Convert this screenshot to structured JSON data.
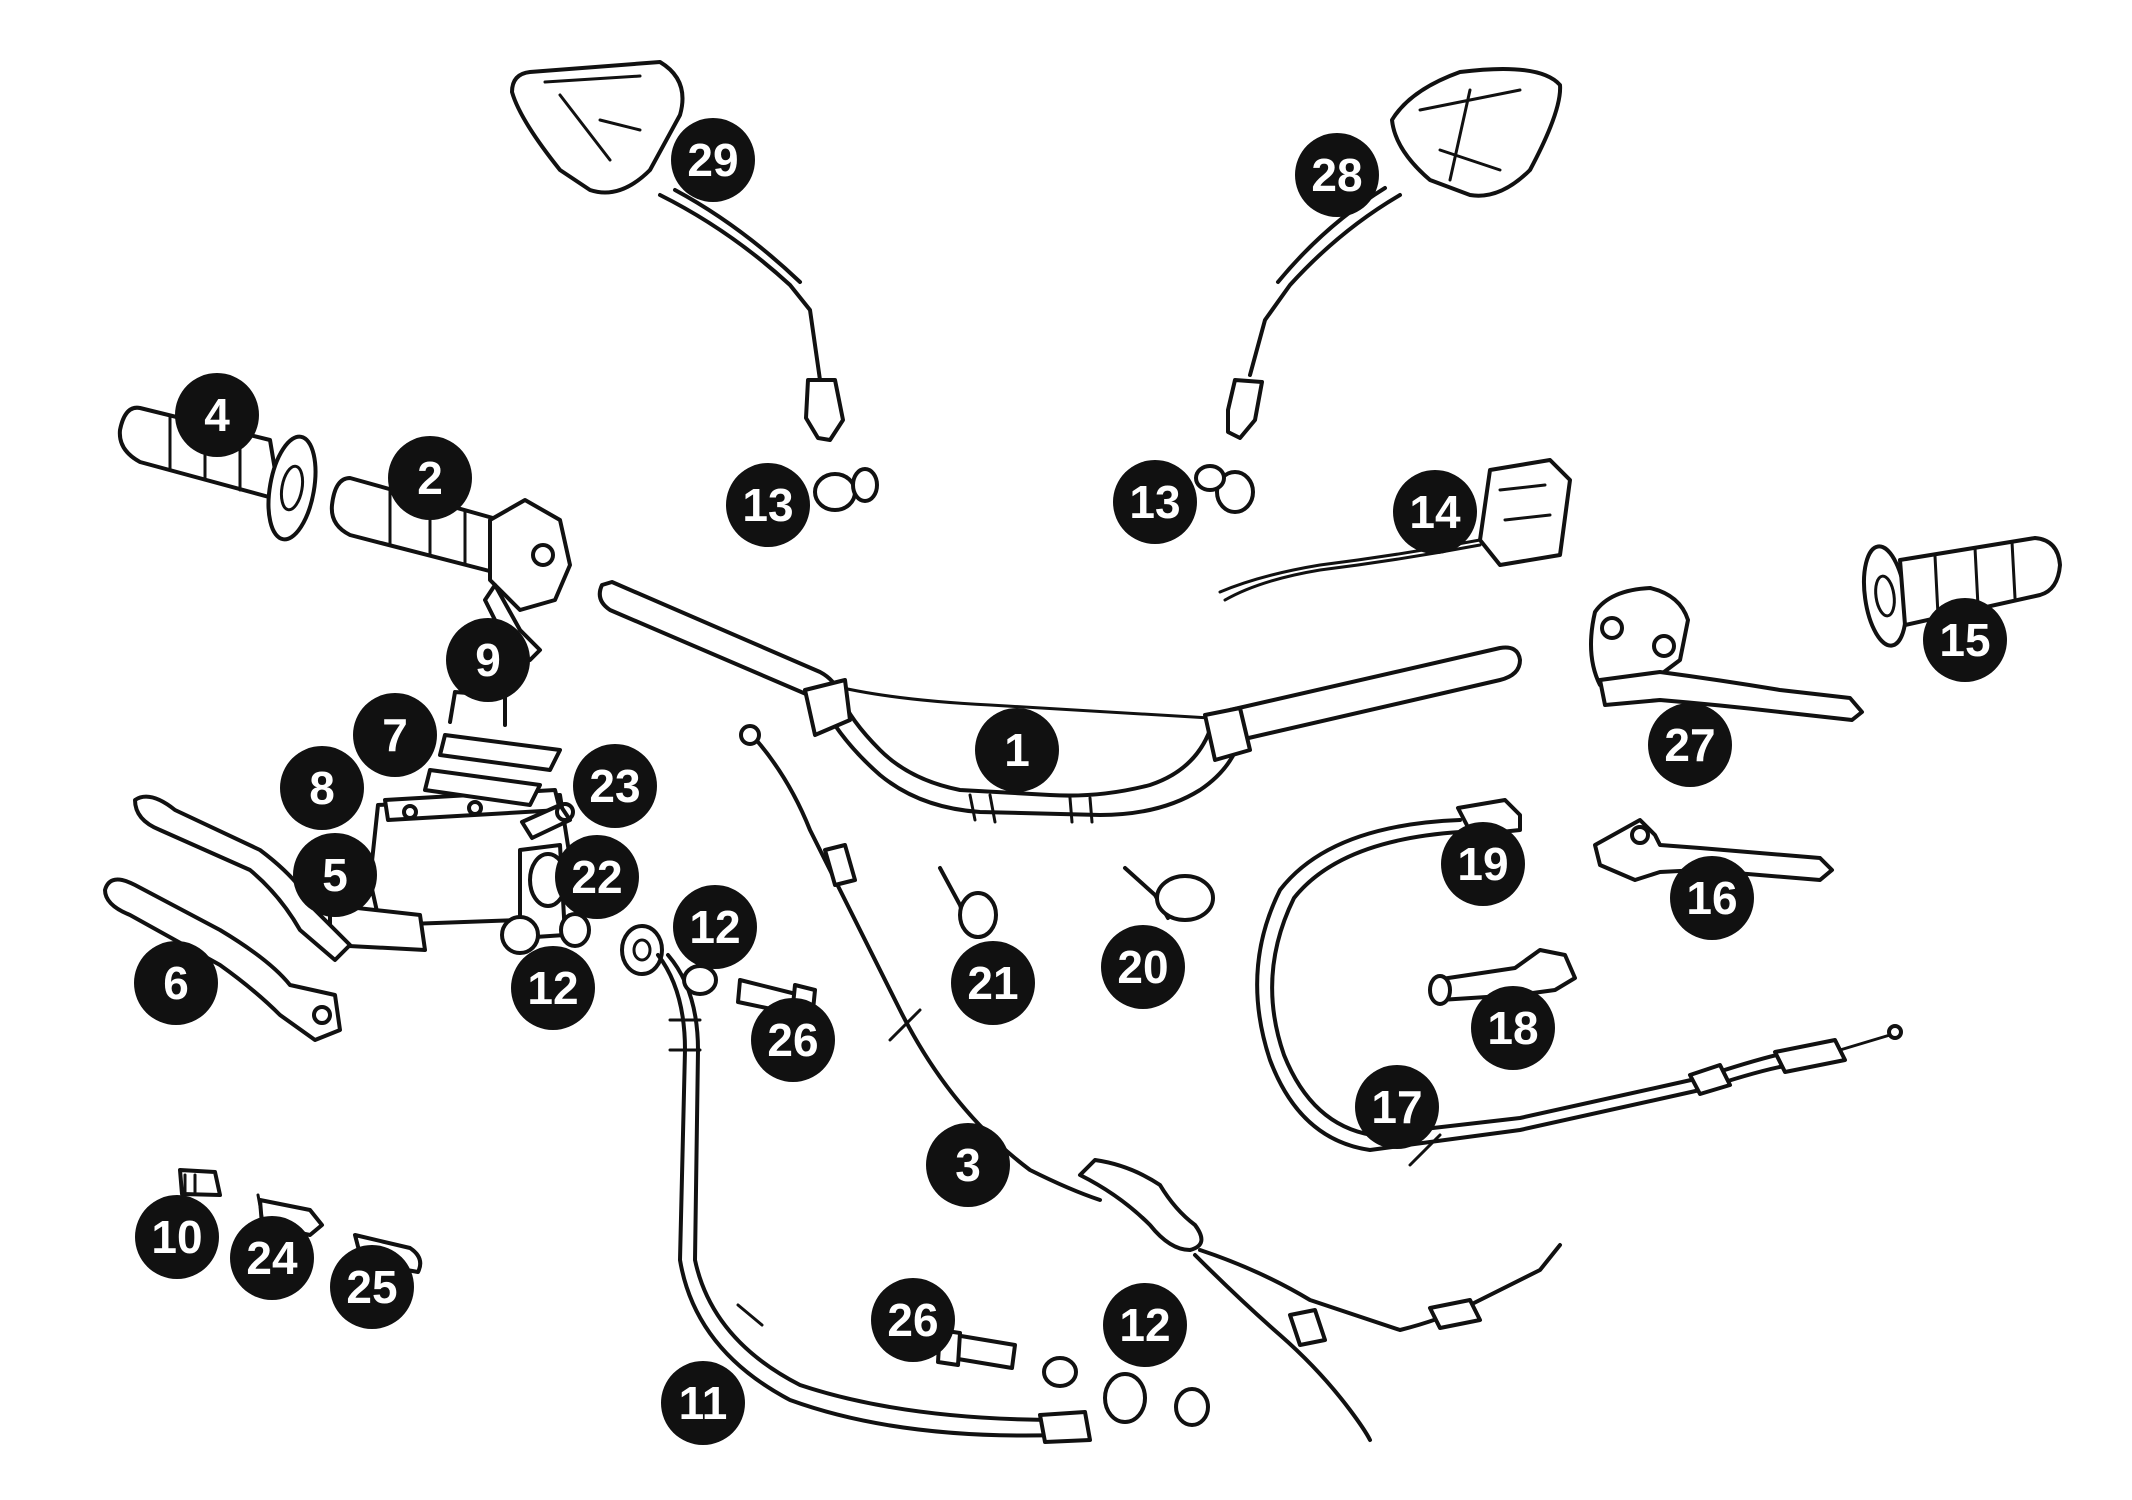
{
  "callouts": [
    {
      "label": "29"
    },
    {
      "label": "28"
    },
    {
      "label": "4"
    },
    {
      "label": "2"
    },
    {
      "label": "13"
    },
    {
      "label": "13"
    },
    {
      "label": "14"
    },
    {
      "label": "15"
    },
    {
      "label": "9"
    },
    {
      "label": "7"
    },
    {
      "label": "1"
    },
    {
      "label": "27"
    },
    {
      "label": "8"
    },
    {
      "label": "23"
    },
    {
      "label": "5"
    },
    {
      "label": "22"
    },
    {
      "label": "19"
    },
    {
      "label": "16"
    },
    {
      "label": "6"
    },
    {
      "label": "12"
    },
    {
      "label": "12"
    },
    {
      "label": "26"
    },
    {
      "label": "21"
    },
    {
      "label": "20"
    },
    {
      "label": "18"
    },
    {
      "label": "17"
    },
    {
      "label": "3"
    },
    {
      "label": "10"
    },
    {
      "label": "24"
    },
    {
      "label": "25"
    },
    {
      "label": "26"
    },
    {
      "label": "12"
    },
    {
      "label": "11"
    }
  ]
}
